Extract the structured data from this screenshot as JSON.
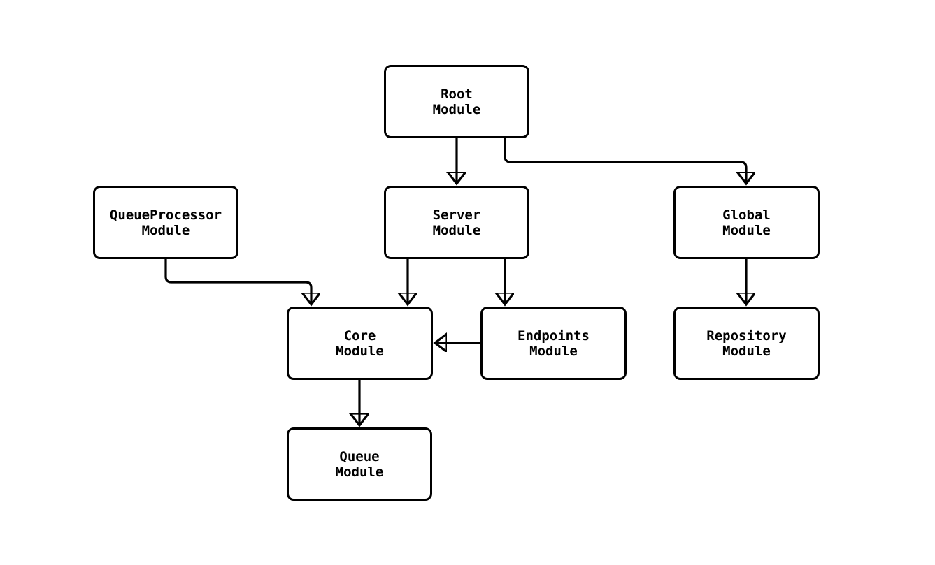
{
  "diagram": {
    "type": "flowchart",
    "colors": {
      "background": "#ffffff",
      "node_fill": "#ffffff",
      "stroke": "#000000",
      "text": "#000000"
    },
    "nodes": {
      "root": {
        "label": "Root\nModule"
      },
      "queue_processor": {
        "label": "QueueProcessor\nModule"
      },
      "server": {
        "label": "Server\nModule"
      },
      "global": {
        "label": "Global\nModule"
      },
      "core": {
        "label": "Core\nModule"
      },
      "endpoints": {
        "label": "Endpoints\nModule"
      },
      "repository": {
        "label": "Repository\nModule"
      },
      "queue": {
        "label": "Queue\nModule"
      }
    },
    "edges": [
      {
        "from": "Root Module",
        "to": "Server Module"
      },
      {
        "from": "Root Module",
        "to": "Global Module"
      },
      {
        "from": "QueueProcessor Module",
        "to": "Core Module"
      },
      {
        "from": "Server Module",
        "to": "Core Module"
      },
      {
        "from": "Server Module",
        "to": "Endpoints Module"
      },
      {
        "from": "Endpoints Module",
        "to": "Core Module"
      },
      {
        "from": "Core Module",
        "to": "Queue Module"
      },
      {
        "from": "Global Module",
        "to": "Repository Module"
      }
    ]
  }
}
